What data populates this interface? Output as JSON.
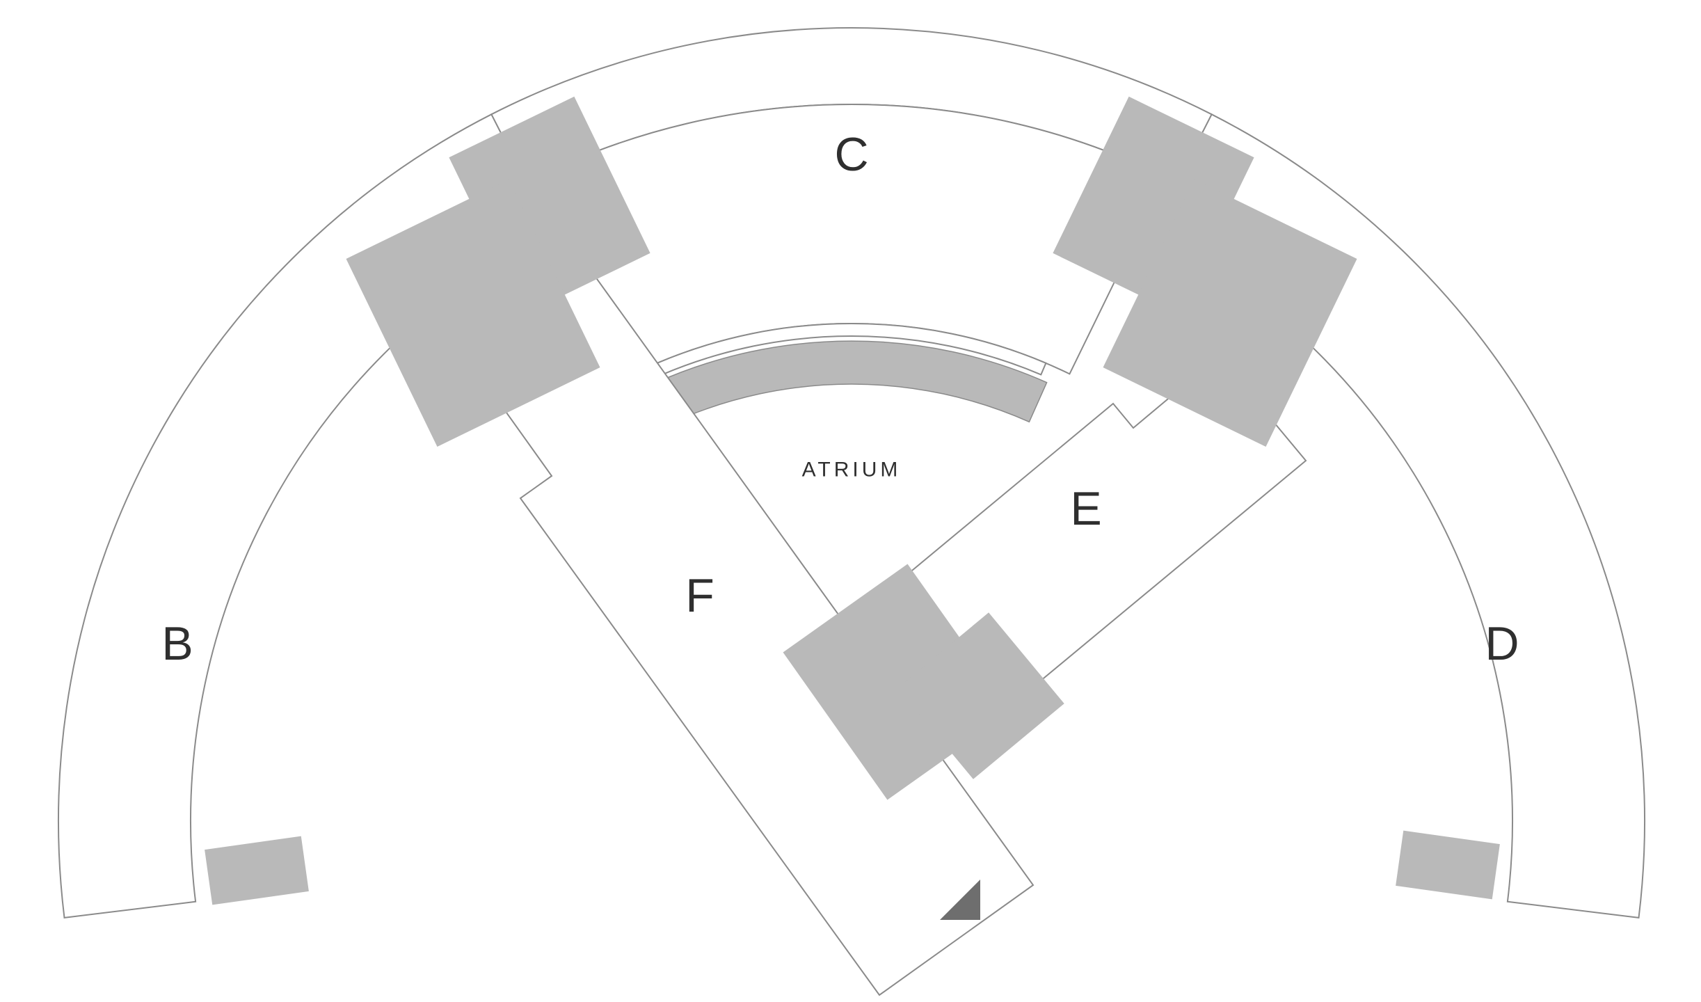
{
  "map": {
    "labels": {
      "wing_b": "B",
      "wing_c": "C",
      "wing_d": "D",
      "wing_e": "E",
      "wing_f": "F",
      "atrium": "ATRIUM"
    },
    "colors": {
      "page_bg": "#ffffff",
      "outline": "#8a8a8a",
      "fill_white": "#ffffff",
      "fill_gray": "#b9b9b9",
      "fill_dark": "#6e6e6e",
      "label": "#2f2f2f"
    }
  }
}
